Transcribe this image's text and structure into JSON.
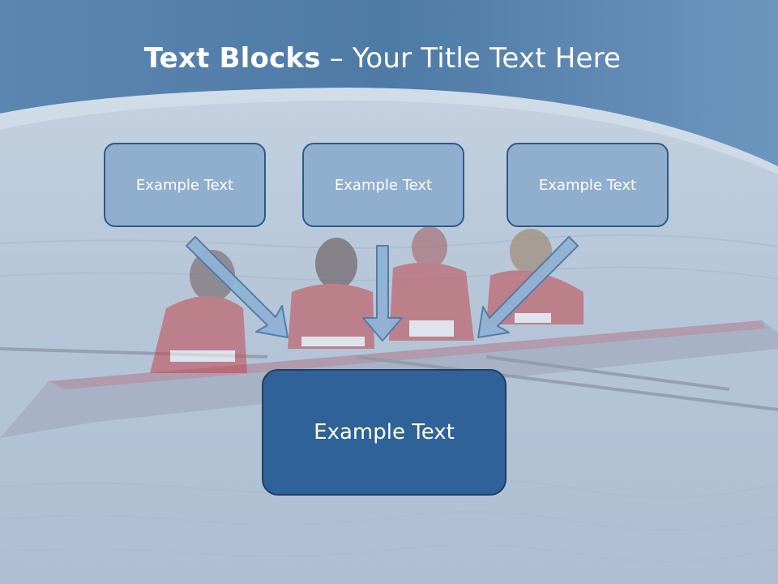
{
  "title": {
    "bold_part": "Text Blocks",
    "separator": " – ",
    "rest": "Your Title Text Here"
  },
  "blocks": [
    {
      "label": "Example Text"
    },
    {
      "label": "Example Text"
    },
    {
      "label": "Example Text"
    }
  ],
  "main_block": {
    "label": "Example Text"
  },
  "colors": {
    "header_blue": "#4d7aa6",
    "box_fill": "#8cacd0",
    "box_border": "#2e5a88",
    "main_box_fill": "#2f6298",
    "arrow_fill": "#8eb0d2"
  }
}
